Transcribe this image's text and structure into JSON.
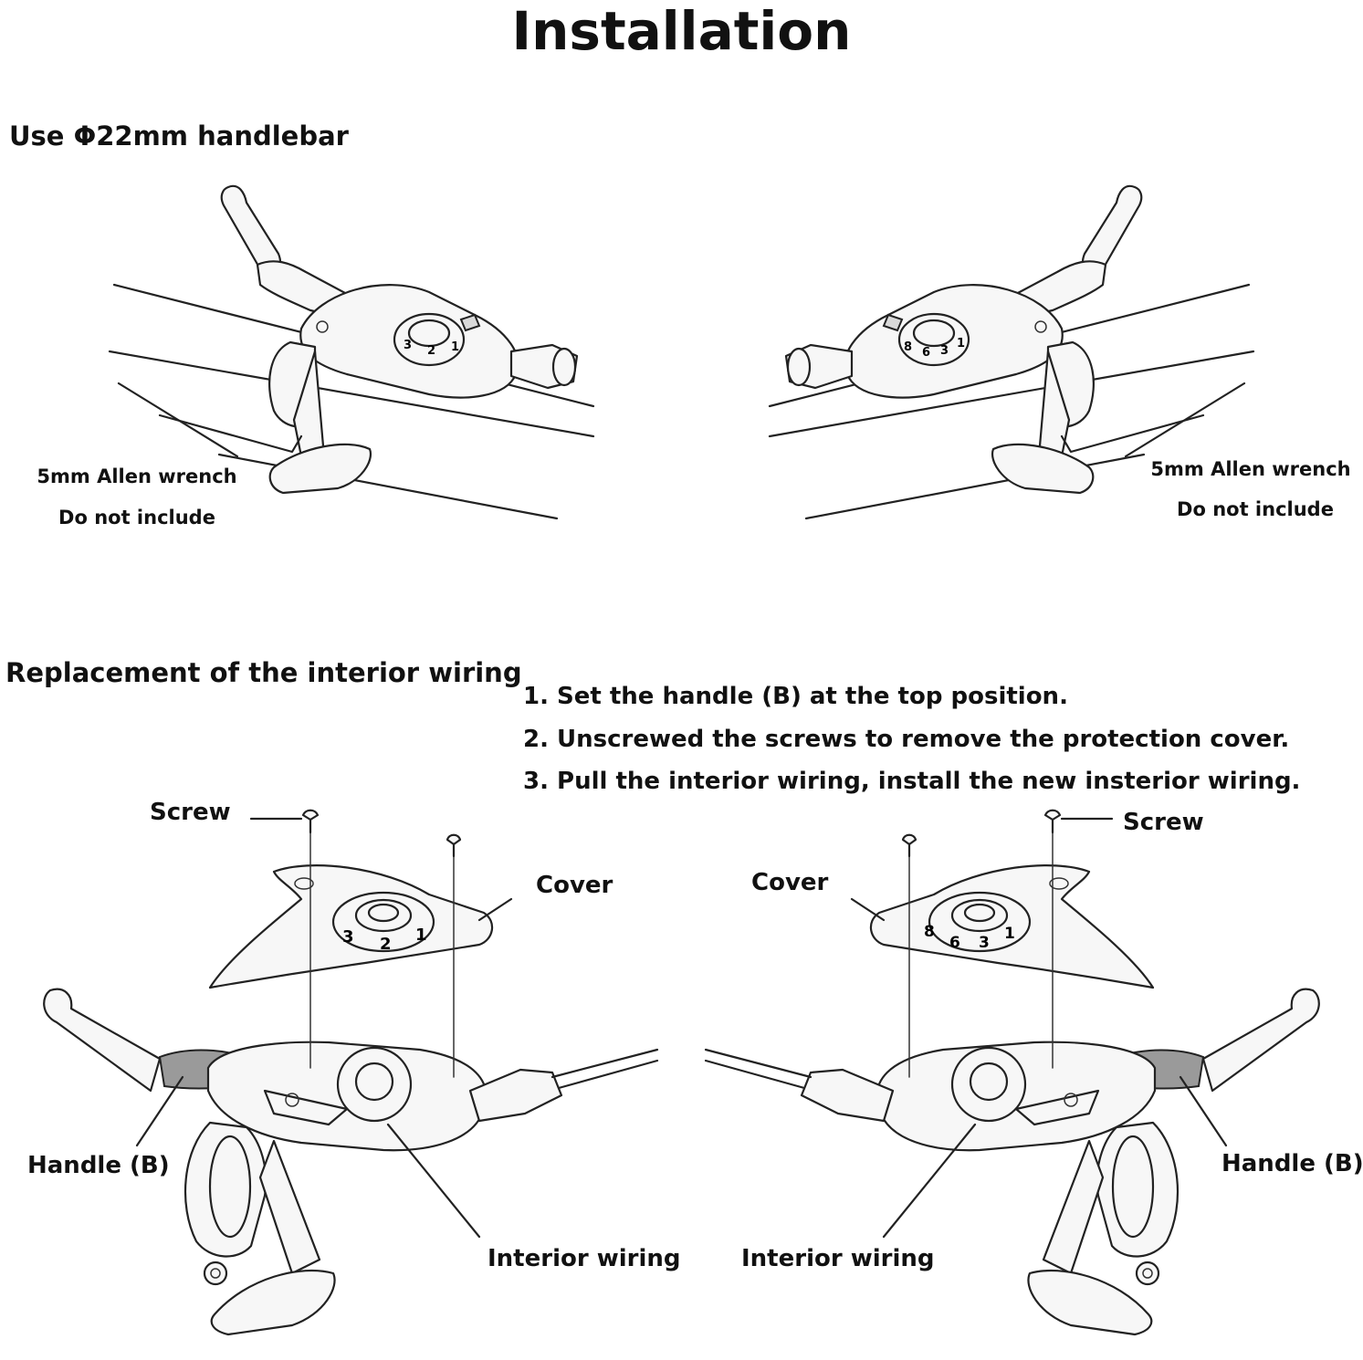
{
  "title": "Installation",
  "section1": {
    "heading": "Use Φ22mm handlebar",
    "left_note": {
      "line1": "5mm Allen wrench",
      "line2": "Do not include"
    },
    "right_note": {
      "line1": "5mm Allen wrench",
      "line2": "Do not include"
    }
  },
  "section2": {
    "heading": "Replacement of the interior wiring",
    "steps": [
      "1. Set the handle (B) at the top position.",
      "2. Unscrewed the screws to remove the protection cover.",
      "3. Pull the interior wiring, install the new insterior wiring."
    ],
    "left_labels": {
      "screw": "Screw",
      "cover": "Cover",
      "handle": "Handle (B)",
      "wiring": "Interior wiring"
    },
    "right_labels": {
      "screw": "Screw",
      "cover": "Cover",
      "handle": "Handle (B)",
      "wiring": "Interior wiring"
    }
  },
  "dial_marks": {
    "left_top": [
      "3",
      "2",
      "1"
    ],
    "right_top": [
      "8",
      "6",
      "3",
      "1"
    ],
    "left_cover": [
      "3",
      "2",
      "1"
    ],
    "right_cover": [
      "8",
      "6",
      "3",
      "1"
    ]
  }
}
